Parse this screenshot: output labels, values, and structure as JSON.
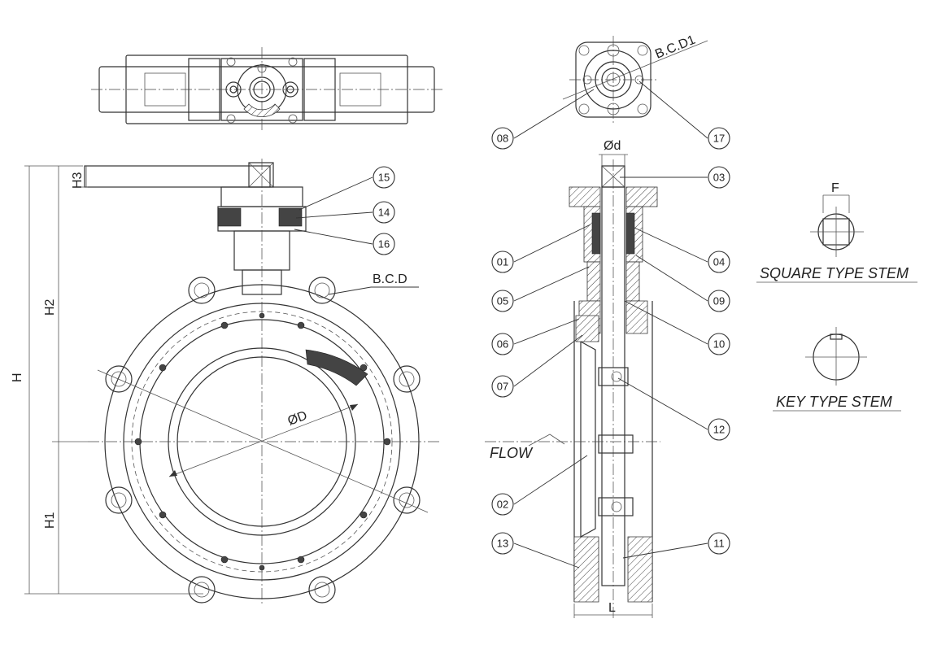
{
  "dimensions": {
    "H": "H",
    "H1": "H1",
    "H2": "H2",
    "H3": "H3",
    "bcd": "B.C.D",
    "bcd1": "B.C.D1",
    "od_big": "ØD",
    "od_small": "Ød",
    "L": "L",
    "F": "F"
  },
  "flow_label": "FLOW",
  "stem_types": {
    "square": "SQUARE TYPE STEM",
    "key": "KEY TYPE STEM"
  },
  "part_callouts": [
    "01",
    "02",
    "03",
    "04",
    "05",
    "06",
    "07",
    "08",
    "09",
    "10",
    "11",
    "12",
    "13",
    "14",
    "15",
    "16",
    "17"
  ],
  "colors": {
    "line": "#333333",
    "hatch": "#555555",
    "background": "#ffffff"
  }
}
